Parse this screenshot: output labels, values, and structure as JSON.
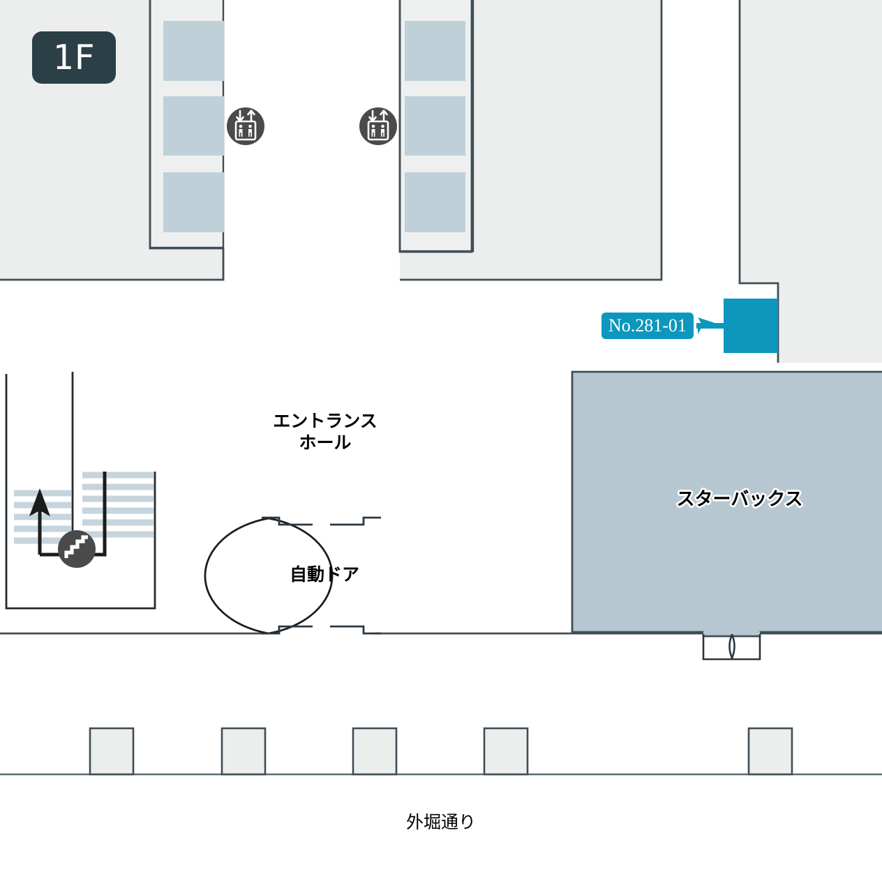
{
  "map": {
    "floor_badge": "1F",
    "marker": {
      "label": "No.281-01",
      "accent_color": "#0d97bd"
    },
    "labels": {
      "entrance_hall_line1": "エントランス",
      "entrance_hall_line2": "ホール",
      "automatic_door": "自動ドア",
      "starbucks": "スターバックス",
      "street": "外堀通り"
    },
    "icons": {
      "elevator_left": "elevator-icon",
      "elevator_right": "elevator-icon",
      "escalator": "escalator-icon"
    },
    "colors": {
      "building_fill": "#eceded",
      "wall_stroke": "#3f4e56",
      "elevator_car_fill": "#bfd0d9",
      "tenant_fill": "#b7c7d1",
      "escalator_step": "#c6d4dd",
      "icon_circle": "#4a4a4a",
      "badge_bg": "#2b3f46",
      "street_band": "#ffffff"
    }
  }
}
